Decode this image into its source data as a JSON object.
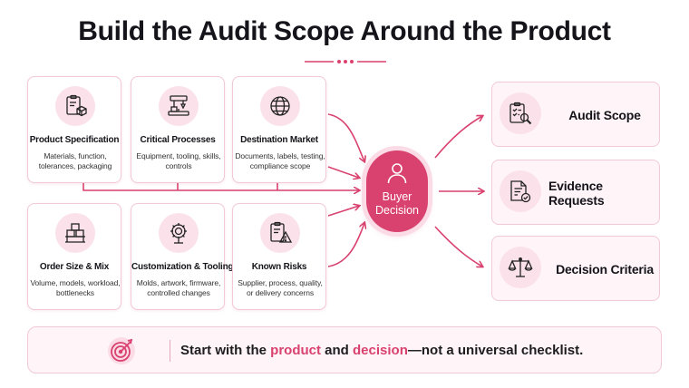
{
  "title": "Build the Audit Scope Around the Product",
  "inputs": [
    {
      "title": "Product Specification",
      "desc": "Materials, function, tolerances, packaging",
      "icon": "clipboard-box-icon"
    },
    {
      "title": "Critical Processes",
      "desc": "Equipment, tooling, skills, controls",
      "icon": "machine-arm-icon"
    },
    {
      "title": "Destination Market",
      "desc": "Documents, labels, testing, compliance scope",
      "icon": "globe-icon"
    },
    {
      "title": "Order Size & Mix",
      "desc": "Volume, models, workload, bottlenecks",
      "icon": "stacked-boxes-icon"
    },
    {
      "title": "Customization & Tooling",
      "desc": "Molds, artwork, firmware, controlled changes",
      "icon": "gear-icon"
    },
    {
      "title": "Known Risks",
      "desc": "Supplier, process, quality, or delivery concerns",
      "icon": "clipboard-warning-icon"
    }
  ],
  "hub": {
    "line1": "Buyer",
    "line2": "Decision",
    "icon": "person-icon"
  },
  "outputs": [
    {
      "label": "Audit Scope",
      "icon": "clipboard-magnifier-icon"
    },
    {
      "label": "Evidence Requests",
      "icon": "document-check-icon"
    },
    {
      "label": "Decision Criteria",
      "icon": "balance-scale-icon"
    }
  ],
  "banner": {
    "pre": "Start with the ",
    "highlight1": "product",
    "mid": " and ",
    "highlight2": "decision",
    "post": "—not a universal checklist.",
    "icon": "target-icon"
  },
  "colors": {
    "accent": "#d9416f",
    "accent_light": "#fbe2ea",
    "border": "#f2c9d6",
    "text": "#14141a"
  }
}
